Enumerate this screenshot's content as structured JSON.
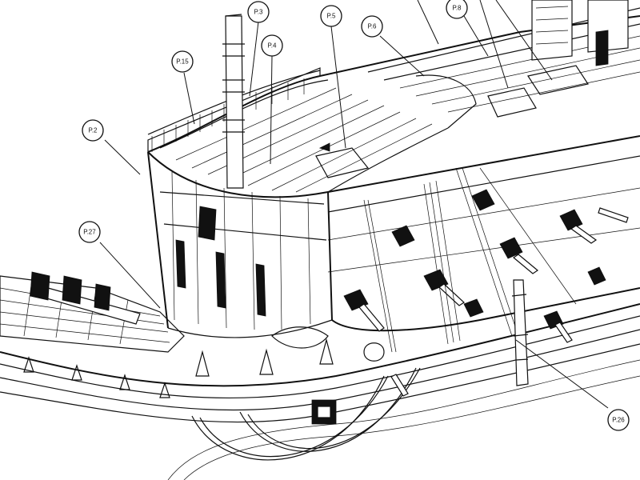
{
  "callouts": [
    {
      "id": "p3",
      "label": "P.3"
    },
    {
      "id": "p4",
      "label": "P.4"
    },
    {
      "id": "p5",
      "label": "P.5"
    },
    {
      "id": "p6",
      "label": "P.6"
    },
    {
      "id": "p8",
      "label": "P.8"
    },
    {
      "id": "p15",
      "label": "P.15"
    },
    {
      "id": "p2",
      "label": "P.2"
    },
    {
      "id": "p27",
      "label": "P.27"
    },
    {
      "id": "p26",
      "label": "P.26"
    }
  ],
  "colors": {
    "ink": "#111111",
    "paper": "#ffffff"
  }
}
